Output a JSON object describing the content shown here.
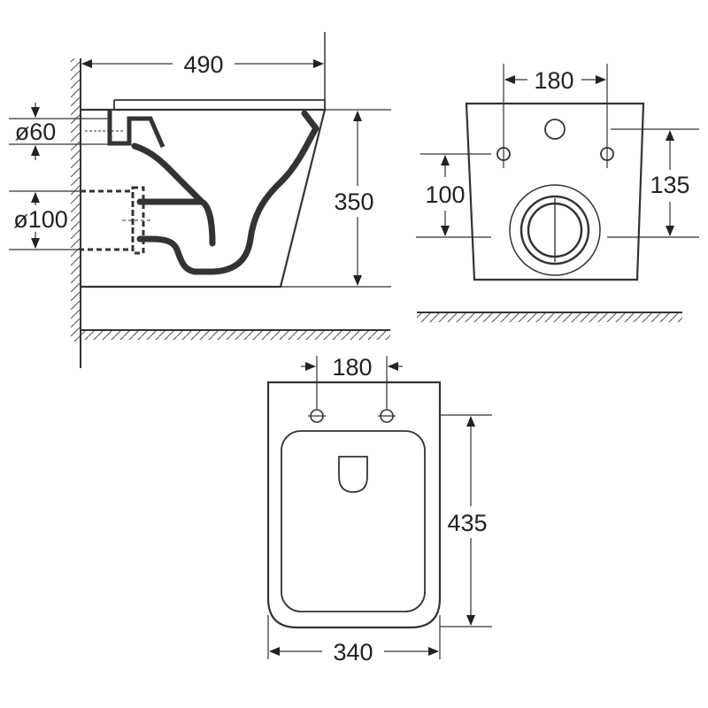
{
  "side_view": {
    "width_label": "490",
    "height_label": "350",
    "inlet_label": "ø60",
    "outlet_label": "ø100"
  },
  "rear_view": {
    "bolt_spacing_label": "180",
    "bolt_to_outlet_label": "100",
    "inlet_to_outlet_label": "135"
  },
  "top_view": {
    "bolt_spacing_label": "180",
    "depth_label": "435",
    "width_label": "340"
  },
  "colors": {
    "line": "#333333",
    "background": "#ffffff"
  }
}
